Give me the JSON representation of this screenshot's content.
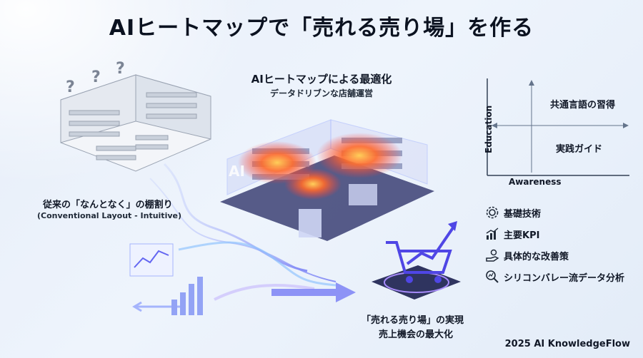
{
  "title": "AIヒートマップで「売れる売り場」を作る",
  "center": {
    "heading": "AIヒートマップによる最適化",
    "subheading": "データドリブンな店舗運営",
    "ai_label": "AI"
  },
  "left": {
    "caption_line1": "従来の「なんとなく」の棚割り",
    "caption_line2": "(Conventional Layout - Intuitive)"
  },
  "result": {
    "caption_line1": "「売れる売り場」の実現",
    "caption_line2": "売上機会の最大化"
  },
  "matrix": {
    "y_axis_label": "Education",
    "x_axis_label": "Awareness",
    "top_right": "共通言語の習得",
    "bottom_right": "実践ガイド"
  },
  "features": [
    {
      "icon": "gear-icon",
      "label": "基礎技術"
    },
    {
      "icon": "chart-icon",
      "label": "主要KPI"
    },
    {
      "icon": "hand-gear-icon",
      "label": "具体的な改善策"
    },
    {
      "icon": "search-chart-icon",
      "label": "シリコンバレー流データ分析"
    }
  ],
  "credit": "2025 AI KnowledgeFlow",
  "colors": {
    "accent": "#4f46e5",
    "heat": "#ff5a1f",
    "flow": "#7c83f5"
  }
}
